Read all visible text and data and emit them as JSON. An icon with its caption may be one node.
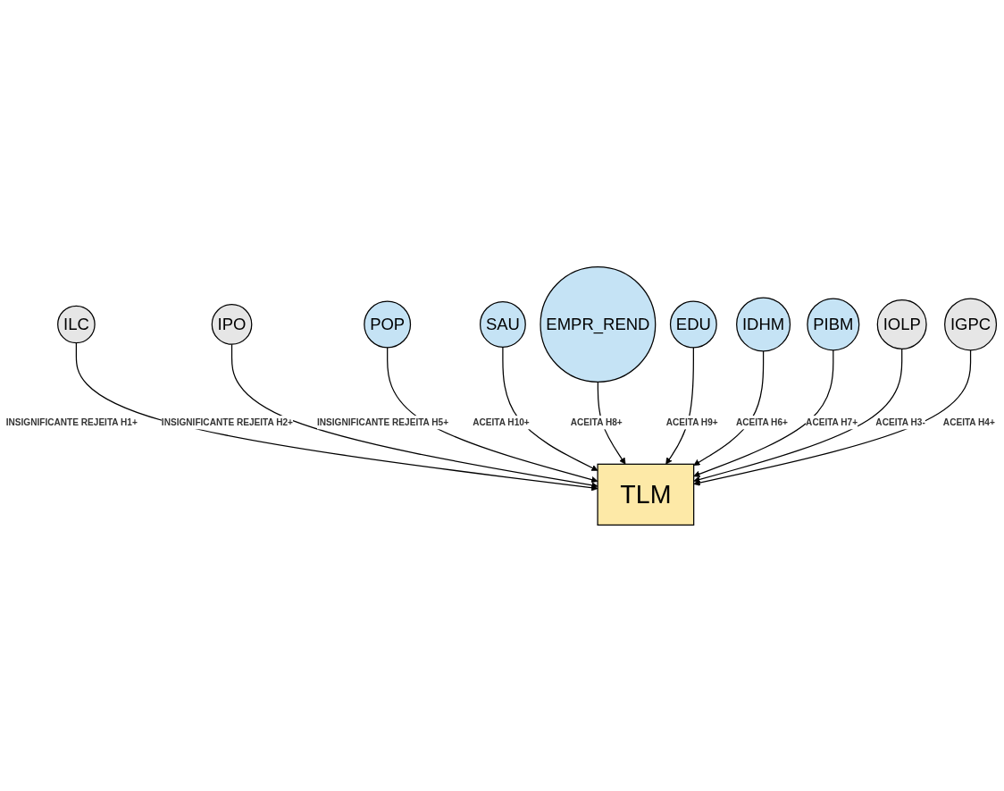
{
  "diagram": {
    "nodes": [
      {
        "text": [
          "ILC"
        ]
      },
      {
        "text": [
          "IPO"
        ]
      },
      {
        "text": [
          "POP"
        ]
      },
      {
        "text": [
          "SAU"
        ]
      },
      {
        "text": [
          "EMPR_REND"
        ]
      },
      {
        "text": [
          "TLM"
        ]
      },
      {
        "text": [
          "EDU"
        ]
      },
      {
        "text": [
          "IDHM"
        ]
      },
      {
        "text": [
          "PIBM"
        ]
      },
      {
        "text": [
          "IOLP"
        ]
      },
      {
        "text": [
          "IGPC"
        ]
      }
    ],
    "edges": [
      {
        "from": 0,
        "to": 5,
        "arrow": "to",
        "label": "INSIGNIFICANTE REJEITA H1+"
      },
      {
        "from": 1,
        "to": 5,
        "arrow": "to",
        "label": "INSIGNIFICANTE REJEITA H2+"
      },
      {
        "from": 2,
        "to": 5,
        "arrow": "to",
        "label": "INSIGNIFICANTE REJEITA H5+"
      },
      {
        "from": 3,
        "to": 5,
        "arrow": "to",
        "label": "ACEITA H10+"
      },
      {
        "from": 4,
        "to": 5,
        "arrow": "to",
        "label": "ACEITA H8+"
      },
      {
        "from": 6,
        "to": 5,
        "arrow": "to",
        "label": "ACEITA H9+"
      },
      {
        "from": 7,
        "to": 5,
        "arrow": "to",
        "label": "ACEITA H6+"
      },
      {
        "from": 8,
        "to": 5,
        "arrow": "to",
        "label": "ACEITA H7+"
      },
      {
        "from": 9,
        "to": 5,
        "arrow": "to",
        "label": "ACEITA H3-"
      },
      {
        "from": 10,
        "to": 5,
        "arrow": "to",
        "label": "ACEITA H4+"
      }
    ]
  }
}
